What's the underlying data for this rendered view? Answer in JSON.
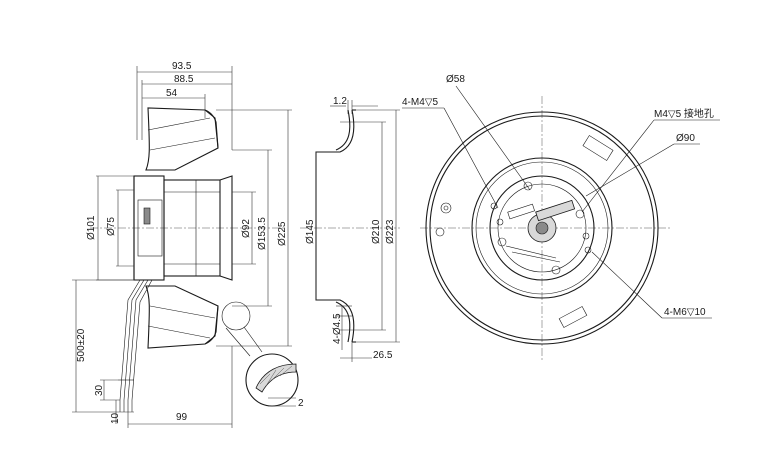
{
  "side_view": {
    "dims": {
      "d93_5": "93.5",
      "d88_5": "88.5",
      "d54": "54",
      "d101": "Ø101",
      "d75": "Ø75",
      "d92": "Ø92",
      "d153_5": "Ø153.5",
      "d225": "Ø225",
      "d500": "500±20",
      "d30": "30",
      "d10": "10",
      "d99": "99",
      "d2": "2"
    }
  },
  "section_view": {
    "dims": {
      "d1_2": "1.2",
      "d145": "Ø145",
      "d210": "Ø210",
      "d223": "Ø223",
      "d4_5": "4-Ø4.5",
      "d26_5": "26.5"
    }
  },
  "front_view": {
    "callouts": {
      "c58": "Ø58",
      "cm4": "4-M4▽5",
      "cground": "M4▽5  接地孔",
      "c90": "Ø90",
      "cm6": "4-M6▽10"
    }
  }
}
